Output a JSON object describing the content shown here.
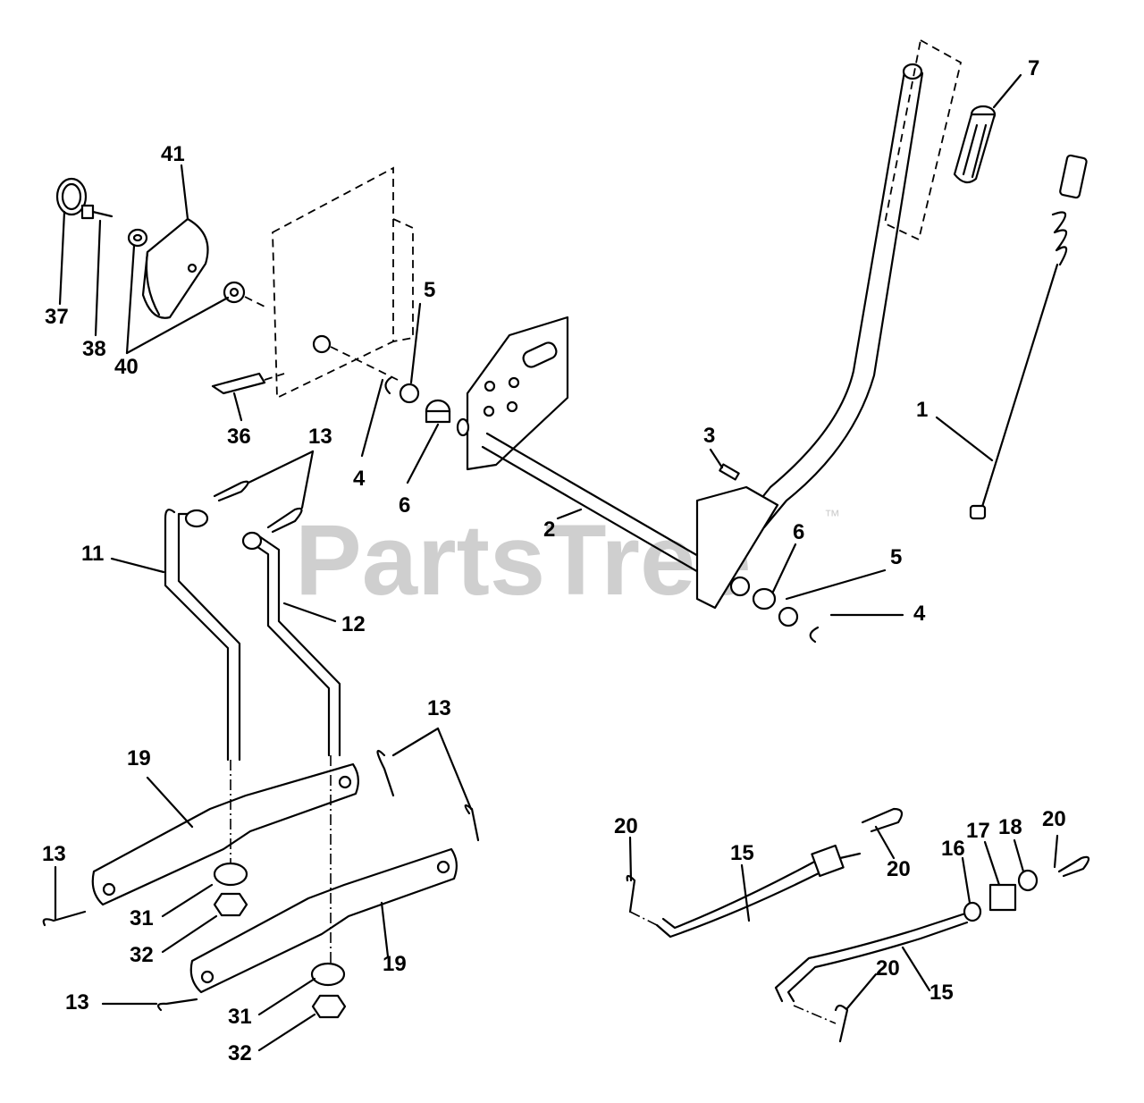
{
  "watermark": {
    "text": "PartsTree",
    "mark": "™"
  },
  "callouts": {
    "c1": "1",
    "c2": "2",
    "c3": "3",
    "c4a": "4",
    "c4b": "4",
    "c5a": "5",
    "c5b": "5",
    "c6a": "6",
    "c6b": "6",
    "c7": "7",
    "c11": "11",
    "c12": "12",
    "c13a": "13",
    "c13b": "13",
    "c13c": "13",
    "c13d": "13",
    "c15a": "15",
    "c15b": "15",
    "c16": "16",
    "c17": "17",
    "c18": "18",
    "c19a": "19",
    "c19b": "19",
    "c20a": "20",
    "c20b": "20",
    "c20c": "20",
    "c20d": "20",
    "c31a": "31",
    "c31b": "31",
    "c32a": "32",
    "c32b": "32",
    "c36": "36",
    "c37": "37",
    "c38": "38",
    "c40": "40",
    "c41": "41"
  }
}
